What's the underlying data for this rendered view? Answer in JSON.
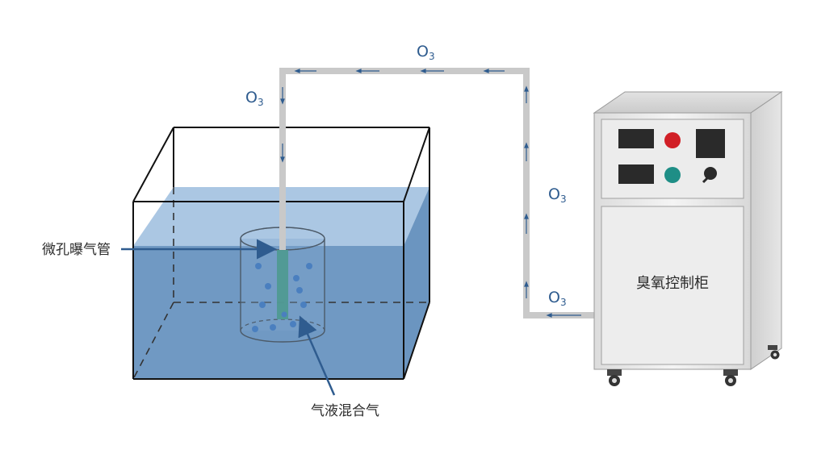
{
  "labels": {
    "o3_main": "O",
    "o3_sub": "3",
    "diffuser": "微孔曝气管",
    "mixture": "气液混合气",
    "cabinet": "臭氧控制柜"
  },
  "colors": {
    "water_front": "#7099c3",
    "water_top": "#a6c4e2",
    "water_side": "#5f8ab6",
    "ozone_pipe": "#c9c9c9",
    "arrow_blue": "#2f5c8f",
    "label_blue": "#2f5c8f",
    "cabinet_body": "#e9e9e9",
    "red_button": "#d11f26",
    "teal_button": "#1e8e86",
    "display_panel": "#2a2a2a"
  },
  "icons": [
    "flow-arrow-icon",
    "caster-wheel-icon",
    "knob-icon",
    "button-icon"
  ]
}
